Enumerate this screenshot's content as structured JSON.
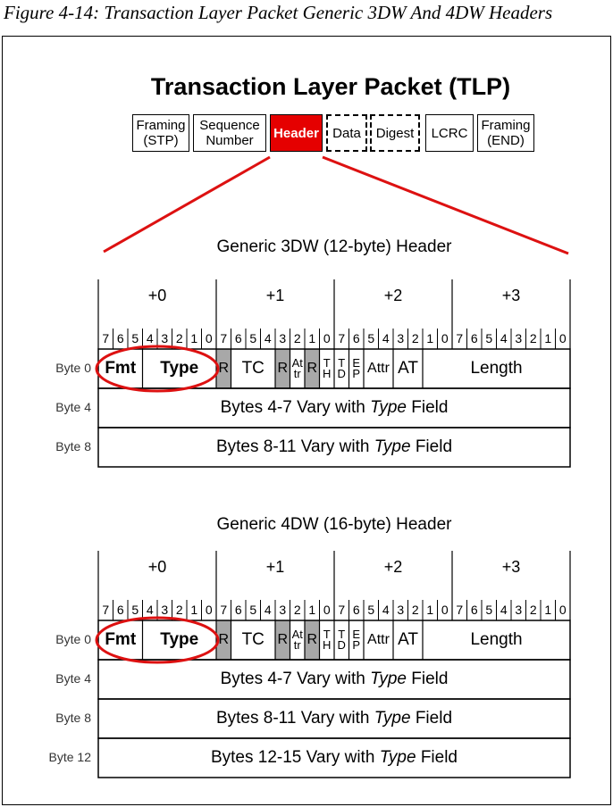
{
  "caption": "Figure 4-14: Transaction Layer Packet Generic 3DW And 4DW Headers",
  "tlp": {
    "title": "Transaction Layer Packet (TLP)",
    "boxes": [
      {
        "label": "Framing\n(STP)"
      },
      {
        "label": "Sequence\nNumber"
      },
      {
        "label": "Header"
      },
      {
        "label": "Data"
      },
      {
        "label": "Digest"
      },
      {
        "label": "LCRC"
      },
      {
        "label": "Framing\n(END)"
      }
    ]
  },
  "bytes_major": [
    "+0",
    "+1",
    "+2",
    "+3"
  ],
  "bit_labels": [
    "7",
    "6",
    "5",
    "4",
    "3",
    "2",
    "1",
    "0"
  ],
  "fields": {
    "fmt": "Fmt",
    "type": "Type",
    "r": "R",
    "tc": "TC",
    "attr_small": "At\ntr",
    "th": "T\nH",
    "td": "T\nD",
    "ep": "E\nP",
    "attr": "Attr",
    "at": "AT",
    "length": "Length"
  },
  "vary_text": {
    "prefix": "Vary with",
    "type_word": "Type",
    "suffix": "Field"
  },
  "header3dw": {
    "title": "Generic 3DW (12-byte) Header",
    "rows": [
      {
        "label": "Byte 0"
      },
      {
        "label": "Byte 4",
        "range": "Bytes 4-7"
      },
      {
        "label": "Byte 8",
        "range": "Bytes 8-11"
      }
    ]
  },
  "header4dw": {
    "title": "Generic 4DW (16-byte) Header",
    "rows": [
      {
        "label": "Byte 0"
      },
      {
        "label": "Byte 4",
        "range": "Bytes 4-7"
      },
      {
        "label": "Byte 8",
        "range": "Bytes 8-11"
      },
      {
        "label": "Byte 12",
        "range": "Bytes 12-15"
      }
    ]
  },
  "colors": {
    "header_fill": "#e50000",
    "highlight": "#dd1111",
    "reserved_fill": "#a8a8a8"
  }
}
